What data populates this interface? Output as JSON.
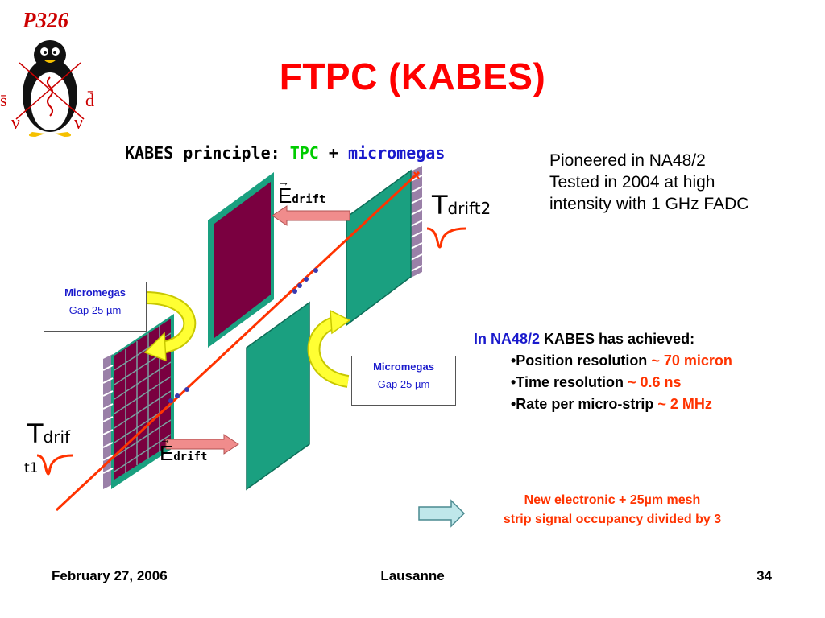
{
  "logo": {
    "text": "P326",
    "labels": [
      "s̄",
      "d̄",
      "ν",
      "ν"
    ]
  },
  "title": "FTPC (KABES)",
  "principle": {
    "prefix": "KABES principle: ",
    "tpc": "TPC",
    "plus": " + ",
    "micromegas": "micromegas"
  },
  "pioneer": [
    "Pioneered in NA48/2",
    "Tested in 2004 at high",
    "intensity with 1 GHz FADC"
  ],
  "achieved": {
    "lead_blue": "In NA48/2",
    "lead_black": " KABES has achieved:",
    "bullets": [
      {
        "label": "•Position resolution ",
        "value": "~ 70 micron"
      },
      {
        "label": "•Time resolution ",
        "value": "~ 0.6 ns"
      },
      {
        "label": "•Rate per micro-strip ",
        "value": "~ 2 MHz"
      }
    ]
  },
  "diagram": {
    "e_drift_top": {
      "E": "E",
      "sub": "drift"
    },
    "e_drift_bottom": {
      "E": "E",
      "sub": "drift"
    },
    "t_drift2": {
      "T": "T",
      "sub": "drift2"
    },
    "t_drift1": {
      "T": "T",
      "sub1": "drif",
      "sub2": "t1"
    },
    "micromegas_left": {
      "title": "Micromegas",
      "gap": "Gap 25 µm"
    },
    "micromegas_right": {
      "title": "Micromegas",
      "gap": "Gap 25 µm"
    }
  },
  "note": {
    "line1": "New electronic + 25µm mesh",
    "line2": "strip signal occupancy divided by 3"
  },
  "footer": {
    "date": "February 27, 2006",
    "place": "Lausanne",
    "page": "34"
  },
  "colors": {
    "title": "#ff0000",
    "accent_red": "#ff3300",
    "accent_blue": "#1a1acc",
    "teal": "#1aa080",
    "maroon": "#7a0040"
  }
}
